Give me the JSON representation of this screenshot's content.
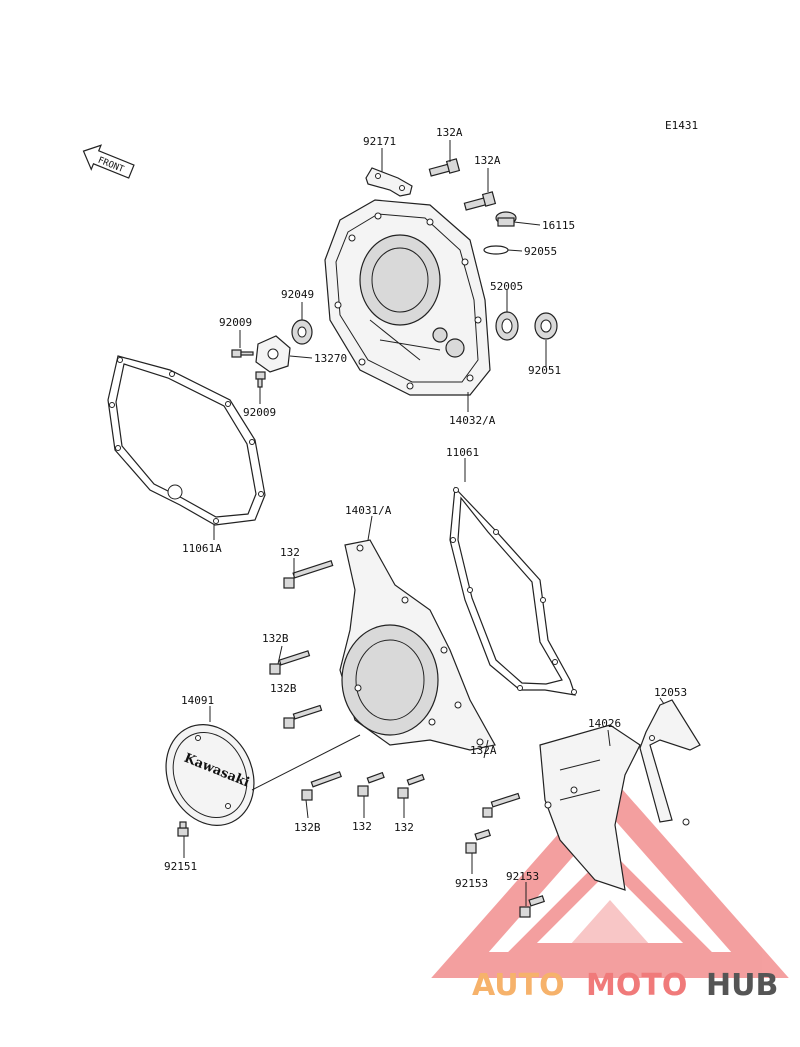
{
  "diagram_code": "E1431",
  "front_label": "FRONT",
  "labels": {
    "p92171": "92171",
    "p132A_1": "132A",
    "p132A_2": "132A",
    "p16115": "16115",
    "p92055": "92055",
    "p52005": "52005",
    "p92049": "92049",
    "p92009_1": "92009",
    "p13270": "13270",
    "p92009_2": "92009",
    "p92051": "92051",
    "p14032A": "14032/A",
    "p11061": "11061",
    "p11061A": "11061A",
    "p14031A": "14031/A",
    "p132_1": "132",
    "p132B_1": "132B",
    "p132B_2": "132B",
    "p14091": "14091",
    "p12053": "12053",
    "p14026": "14026",
    "p132A_3": "132A",
    "p132B_3": "132B",
    "p132_2": "132",
    "p132_3": "132",
    "p92151": "92151",
    "p92153_1": "92153",
    "p92153_2": "92153"
  },
  "emblem_text": "Kawasaki",
  "watermark": {
    "part1": "AUTO",
    "part2": "MOTO",
    "part3": "HUB",
    "color1": "#f6b26b",
    "color2": "#f07a7a",
    "color3": "#555555",
    "triangle_color": "#f08080"
  }
}
